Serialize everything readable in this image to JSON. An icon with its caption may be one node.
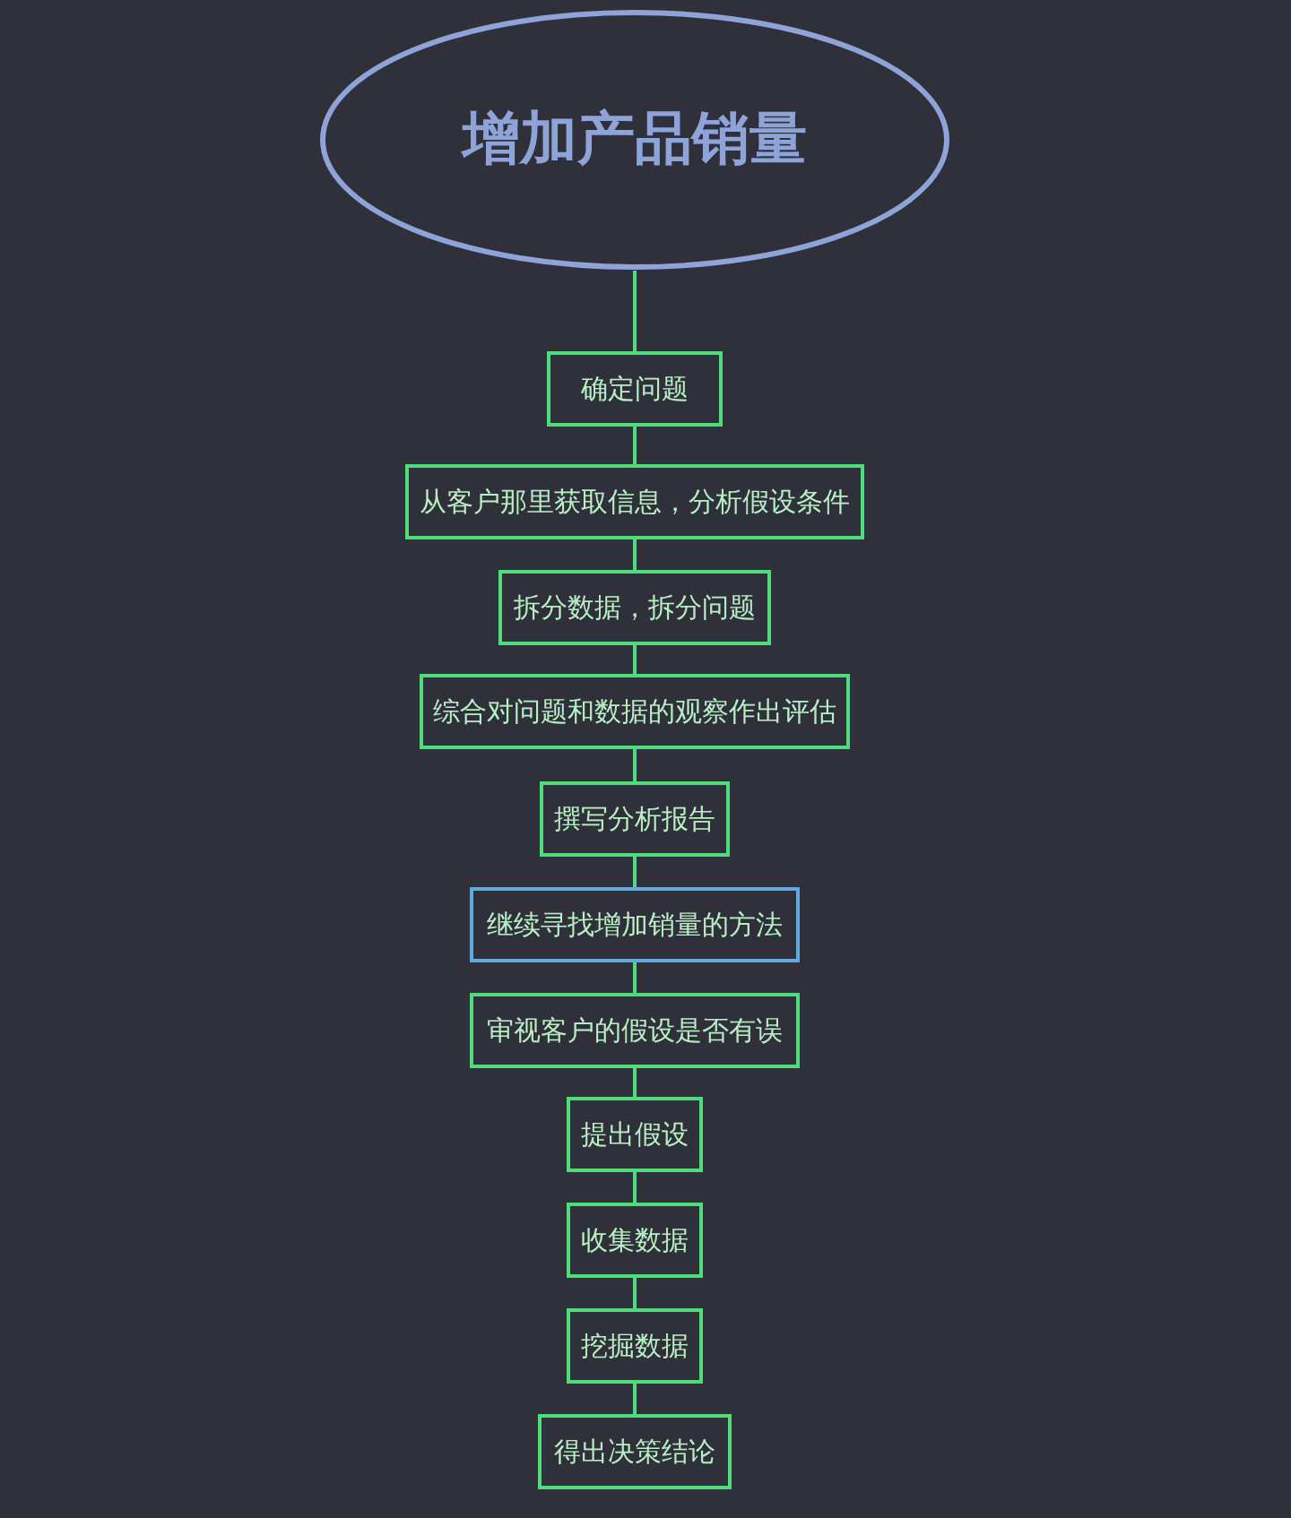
{
  "diagram": {
    "nodes": [
      {
        "text": [
          "增加产品销量"
        ]
      },
      {
        "text": [
          "确定问题"
        ]
      },
      {
        "text": [
          "从客户那里获取信息，分析假设条件"
        ]
      },
      {
        "text": [
          "拆分数据，拆分问题"
        ]
      },
      {
        "text": [
          "综合对问题和数据的观察作出评估"
        ]
      },
      {
        "text": [
          "撰写分析报告"
        ]
      },
      {
        "text": [
          "继续寻找增加销量的方法"
        ]
      },
      {
        "text": [
          "审视客户的假设是否有误"
        ]
      },
      {
        "text": [
          "提出假设"
        ]
      },
      {
        "text": [
          "收集数据"
        ]
      },
      {
        "text": [
          "挖掘数据"
        ]
      },
      {
        "text": [
          "得出决策结论"
        ]
      }
    ],
    "edges": [
      {
        "from": 0,
        "to": 1,
        "arrow": "none"
      },
      {
        "from": 1,
        "to": 2,
        "arrow": "none"
      },
      {
        "from": 2,
        "to": 3,
        "arrow": "none"
      },
      {
        "from": 3,
        "to": 4,
        "arrow": "none"
      },
      {
        "from": 4,
        "to": 5,
        "arrow": "none"
      },
      {
        "from": 5,
        "to": 6,
        "arrow": "none"
      },
      {
        "from": 6,
        "to": 7,
        "arrow": "none"
      },
      {
        "from": 7,
        "to": 8,
        "arrow": "none"
      },
      {
        "from": 8,
        "to": 9,
        "arrow": "none"
      },
      {
        "from": 9,
        "to": 10,
        "arrow": "none"
      },
      {
        "from": 10,
        "to": 11,
        "arrow": "none"
      }
    ]
  }
}
